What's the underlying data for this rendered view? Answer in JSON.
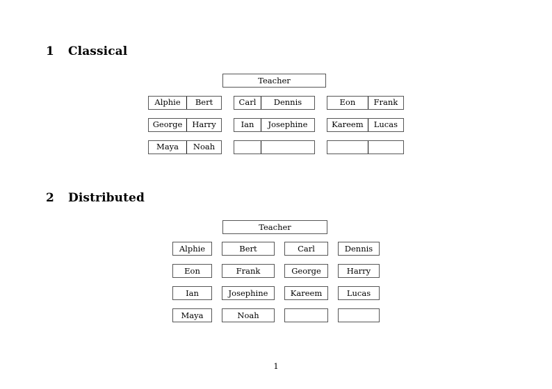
{
  "document": {
    "page_number": "1"
  },
  "sections": [
    {
      "number": "1",
      "title": "Classical",
      "teacher_label": "Teacher",
      "groups": [
        {
          "name": "group-a",
          "rows": [
            [
              "Alphie",
              "Bert"
            ],
            [
              "George",
              "Harry"
            ],
            [
              "Maya",
              "Noah"
            ]
          ]
        },
        {
          "name": "group-b",
          "rows": [
            [
              "Carl",
              "Dennis"
            ],
            [
              "Ian",
              "Josephine"
            ],
            [
              "",
              ""
            ]
          ]
        },
        {
          "name": "group-c",
          "rows": [
            [
              "Eon",
              "Frank"
            ],
            [
              "Kareem",
              "Lucas"
            ],
            [
              "",
              ""
            ]
          ]
        }
      ]
    },
    {
      "number": "2",
      "title": "Distributed",
      "teacher_label": "Teacher",
      "rows": [
        [
          "Alphie",
          "Bert",
          "Carl",
          "Dennis"
        ],
        [
          "Eon",
          "Frank",
          "George",
          "Harry"
        ],
        [
          "Ian",
          "Josephine",
          "Kareem",
          "Lucas"
        ],
        [
          "Maya",
          "Noah",
          "",
          ""
        ]
      ]
    }
  ],
  "colors": {
    "page_background": "#ffffff",
    "text": "#000000",
    "box_border": "#555555",
    "cell_divider": "#111111"
  }
}
